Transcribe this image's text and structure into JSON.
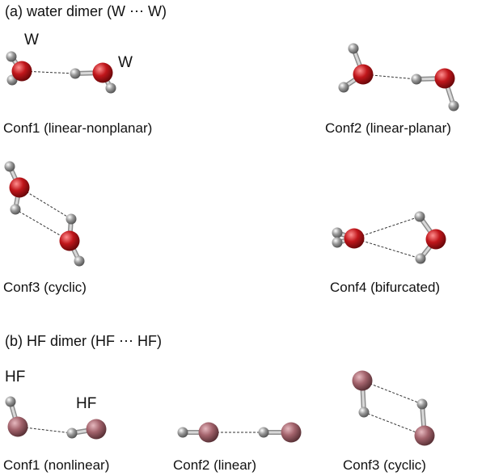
{
  "water": {
    "heading": "(a) water dimer",
    "formula": "(W ⋯ W)",
    "atom_label": "W",
    "conf_labels": [
      "Conf1 (linear-nonplanar)",
      "Conf2 (linear-planar)",
      "Conf3 (cyclic)",
      "Conf4 (bifurcated)"
    ]
  },
  "hf": {
    "heading": "(b) HF dimer",
    "formula": "(HF ⋯ HF)",
    "atom_label": "HF",
    "conf_labels": [
      "Conf1 (nonlinear)",
      "Conf2 (linear)",
      "Conf3 (cyclic)"
    ]
  },
  "colors": {
    "oxygen": "#c0161b",
    "fluorine": "#a3636c",
    "hydrogen": "#9a9a9a",
    "bond": "#d8d8d8",
    "hbond": "#333333"
  }
}
